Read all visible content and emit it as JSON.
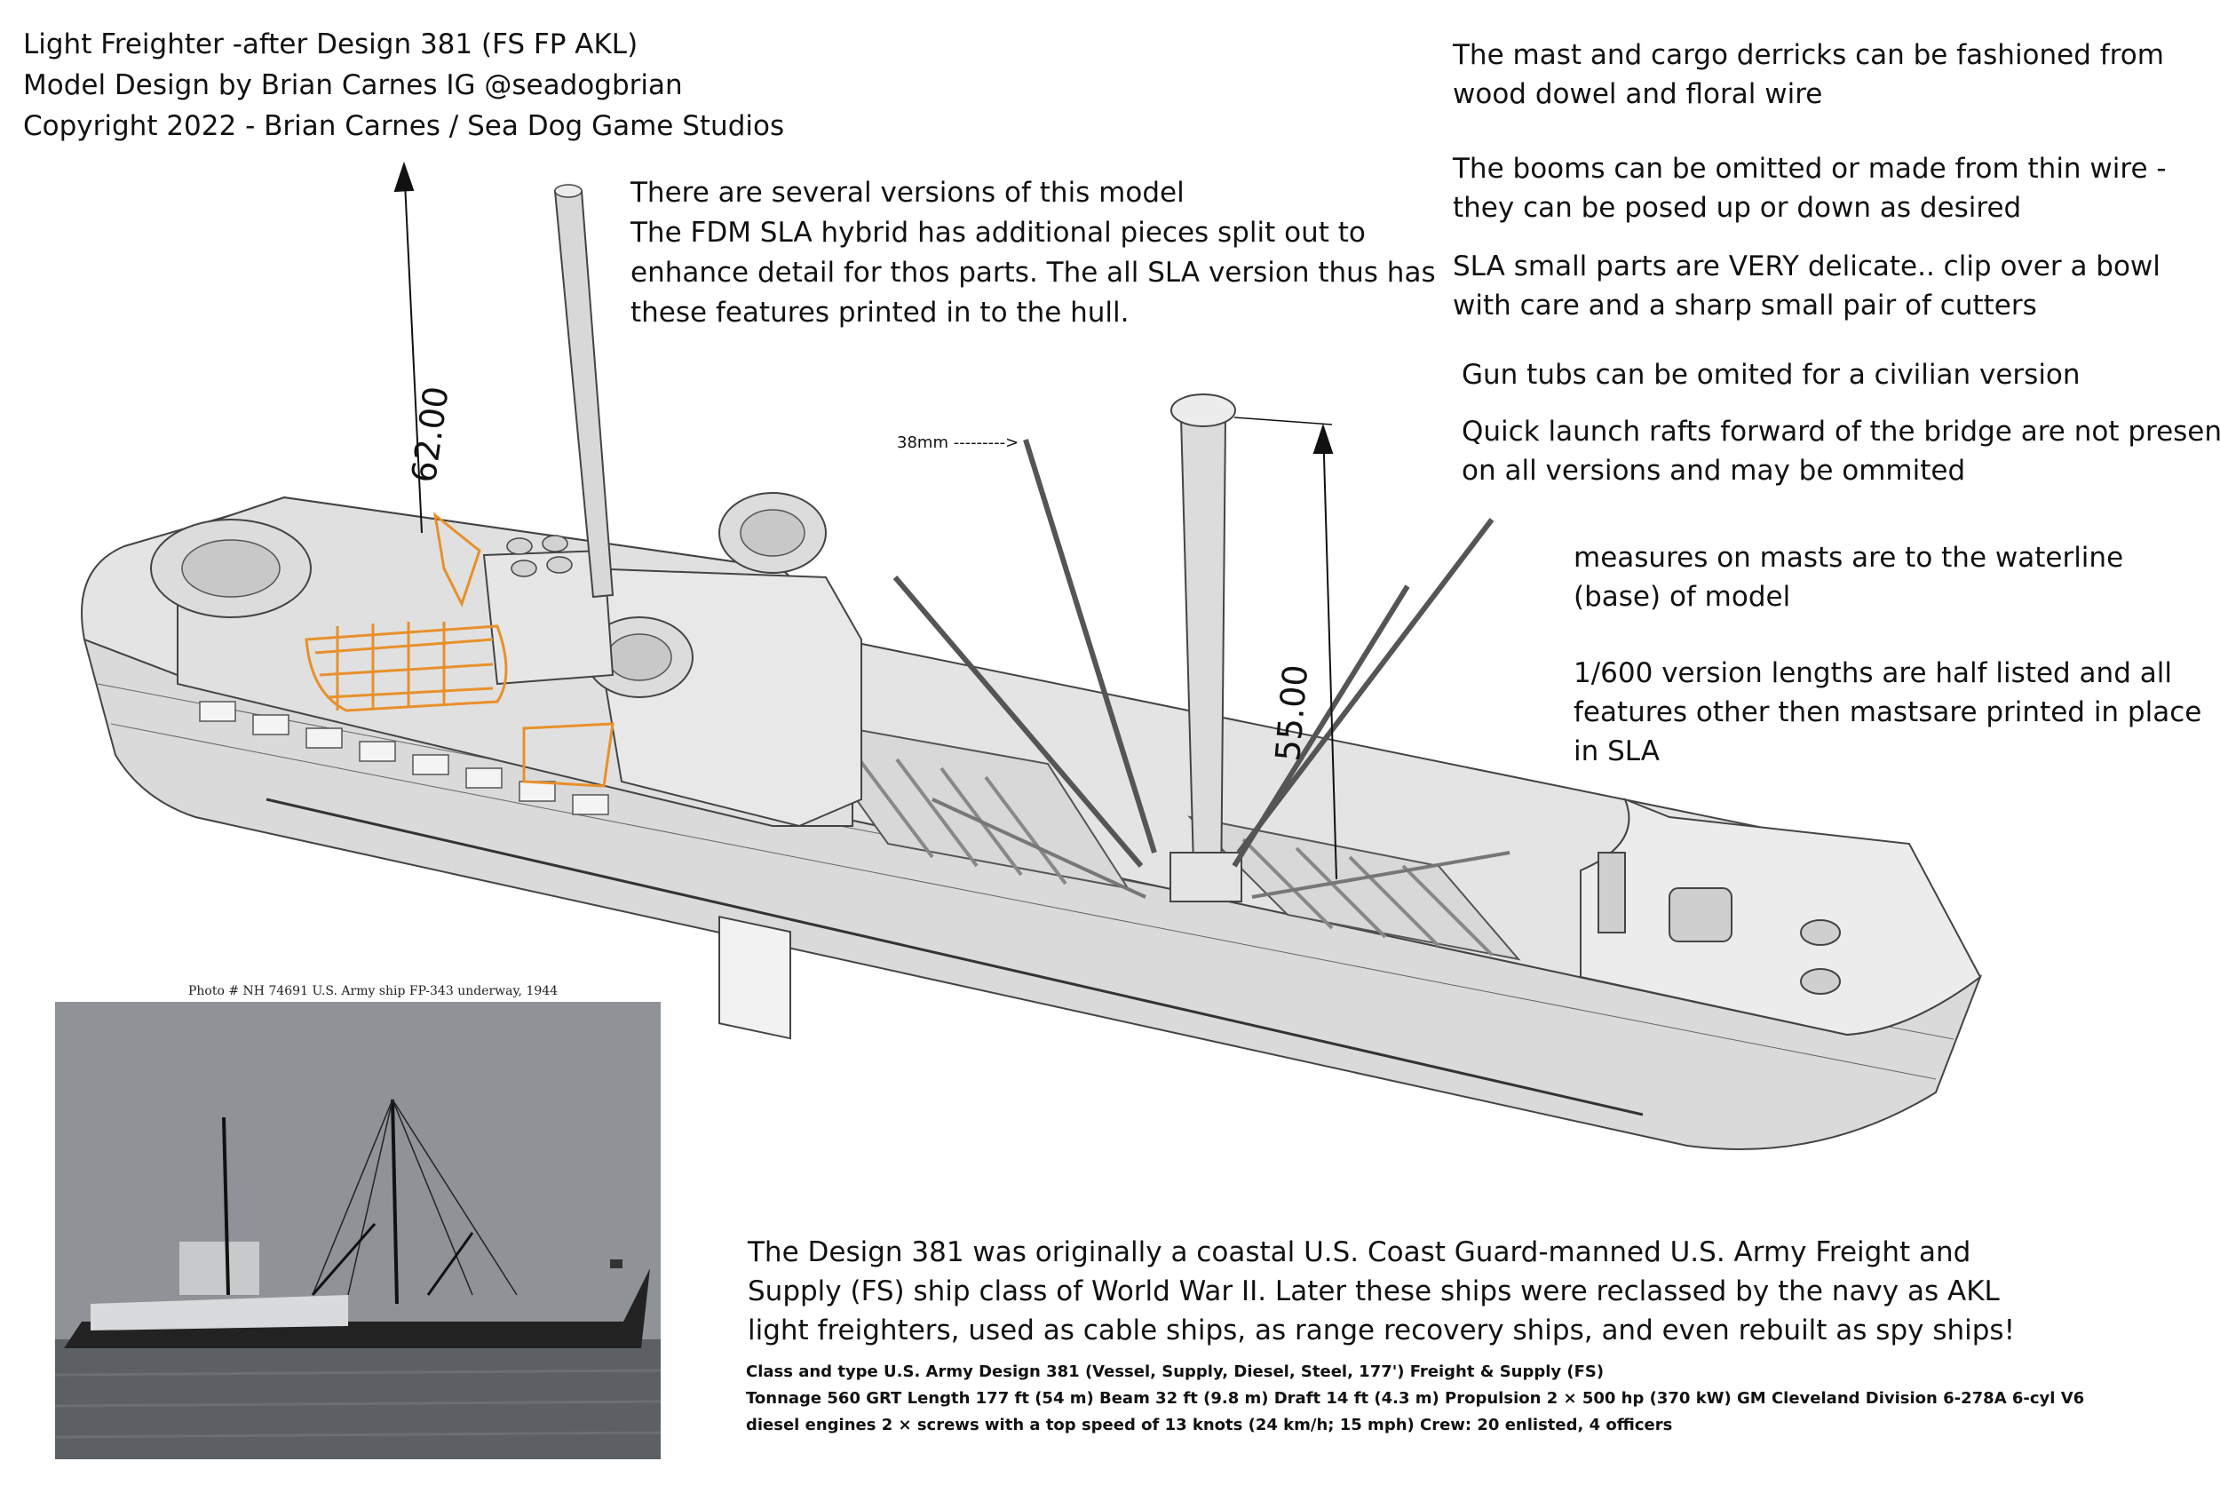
{
  "header": {
    "line1": "Light Freighter -after Design 381 (FS FP AKL)",
    "line2": "Model Design by Brian Carnes IG @seadogbrian",
    "line3": "Copyright 2022 - Brian Carnes / Sea Dog Game Studios"
  },
  "versions_note": {
    "line1": "There are several versions of this model",
    "line2": "The FDM SLA hybrid has additional pieces split out to",
    "line3": "enhance detail for thos parts. The all SLA version thus has",
    "line4": "these features printed in to the hull."
  },
  "right_notes": {
    "mast1": "The mast and cargo derricks can be fashioned from",
    "mast2": "wood dowel and floral wire",
    "booms1": "The booms can be omitted or made from thin wire -",
    "booms2": "they can be posed up or down as desired",
    "sla1": "SLA small parts are VERY delicate.. clip over a bowl",
    "sla2": "with care and a sharp small pair of cutters",
    "gun": "Gun tubs can be omited for a civilian version",
    "rafts1": "Quick launch rafts forward of the bridge are not present",
    "rafts2": "on all versions and may be ommited"
  },
  "measure_notes": {
    "m1": "measures on masts are to the waterline",
    "m2": "(base) of model",
    "l1": "1/600 version lengths are half listed and all",
    "l2": "features other then mastsare printed in place",
    "l3": "in SLA"
  },
  "dimensions": {
    "aft_mast": "62.00",
    "fore_mast": "55.00",
    "boom_label": "38mm --------->"
  },
  "photo": {
    "caption": "Photo #  NH 74691    U.S. Army ship FP-343 underway, 1944"
  },
  "history": {
    "line1": "The Design 381 was originally a coastal U.S. Coast Guard-manned U.S. Army Freight and",
    "line2": "Supply (FS) ship class of World War II. Later these ships were reclassed by the navy as AKL",
    "line3": "light freighters, used as cable ships, as range recovery ships, and even rebuilt as spy ships!"
  },
  "specs": {
    "line1": "Class and type U.S. Army Design 381 (Vessel, Supply, Diesel, Steel, 177') Freight & Supply (FS)",
    "line2": "Tonnage 560 GRT Length 177 ft (54 m) Beam 32 ft (9.8 m) Draft 14 ft (4.3 m) Propulsion 2 × 500 hp (370 kW) GM Cleveland Division 6-278A 6-cyl V6",
    "line3": "diesel engines 2 × screws with a top speed of 13 knots (24 km/h; 15 mph) Crew: 20 enlisted, 4 officers"
  },
  "colors": {
    "hull": "#e2e2e2",
    "deck": "#d4d4d4",
    "outline": "#444444",
    "highlight": "#e8902a",
    "photo_sky": "#8a8e93",
    "photo_sea": "#5a5d61"
  }
}
